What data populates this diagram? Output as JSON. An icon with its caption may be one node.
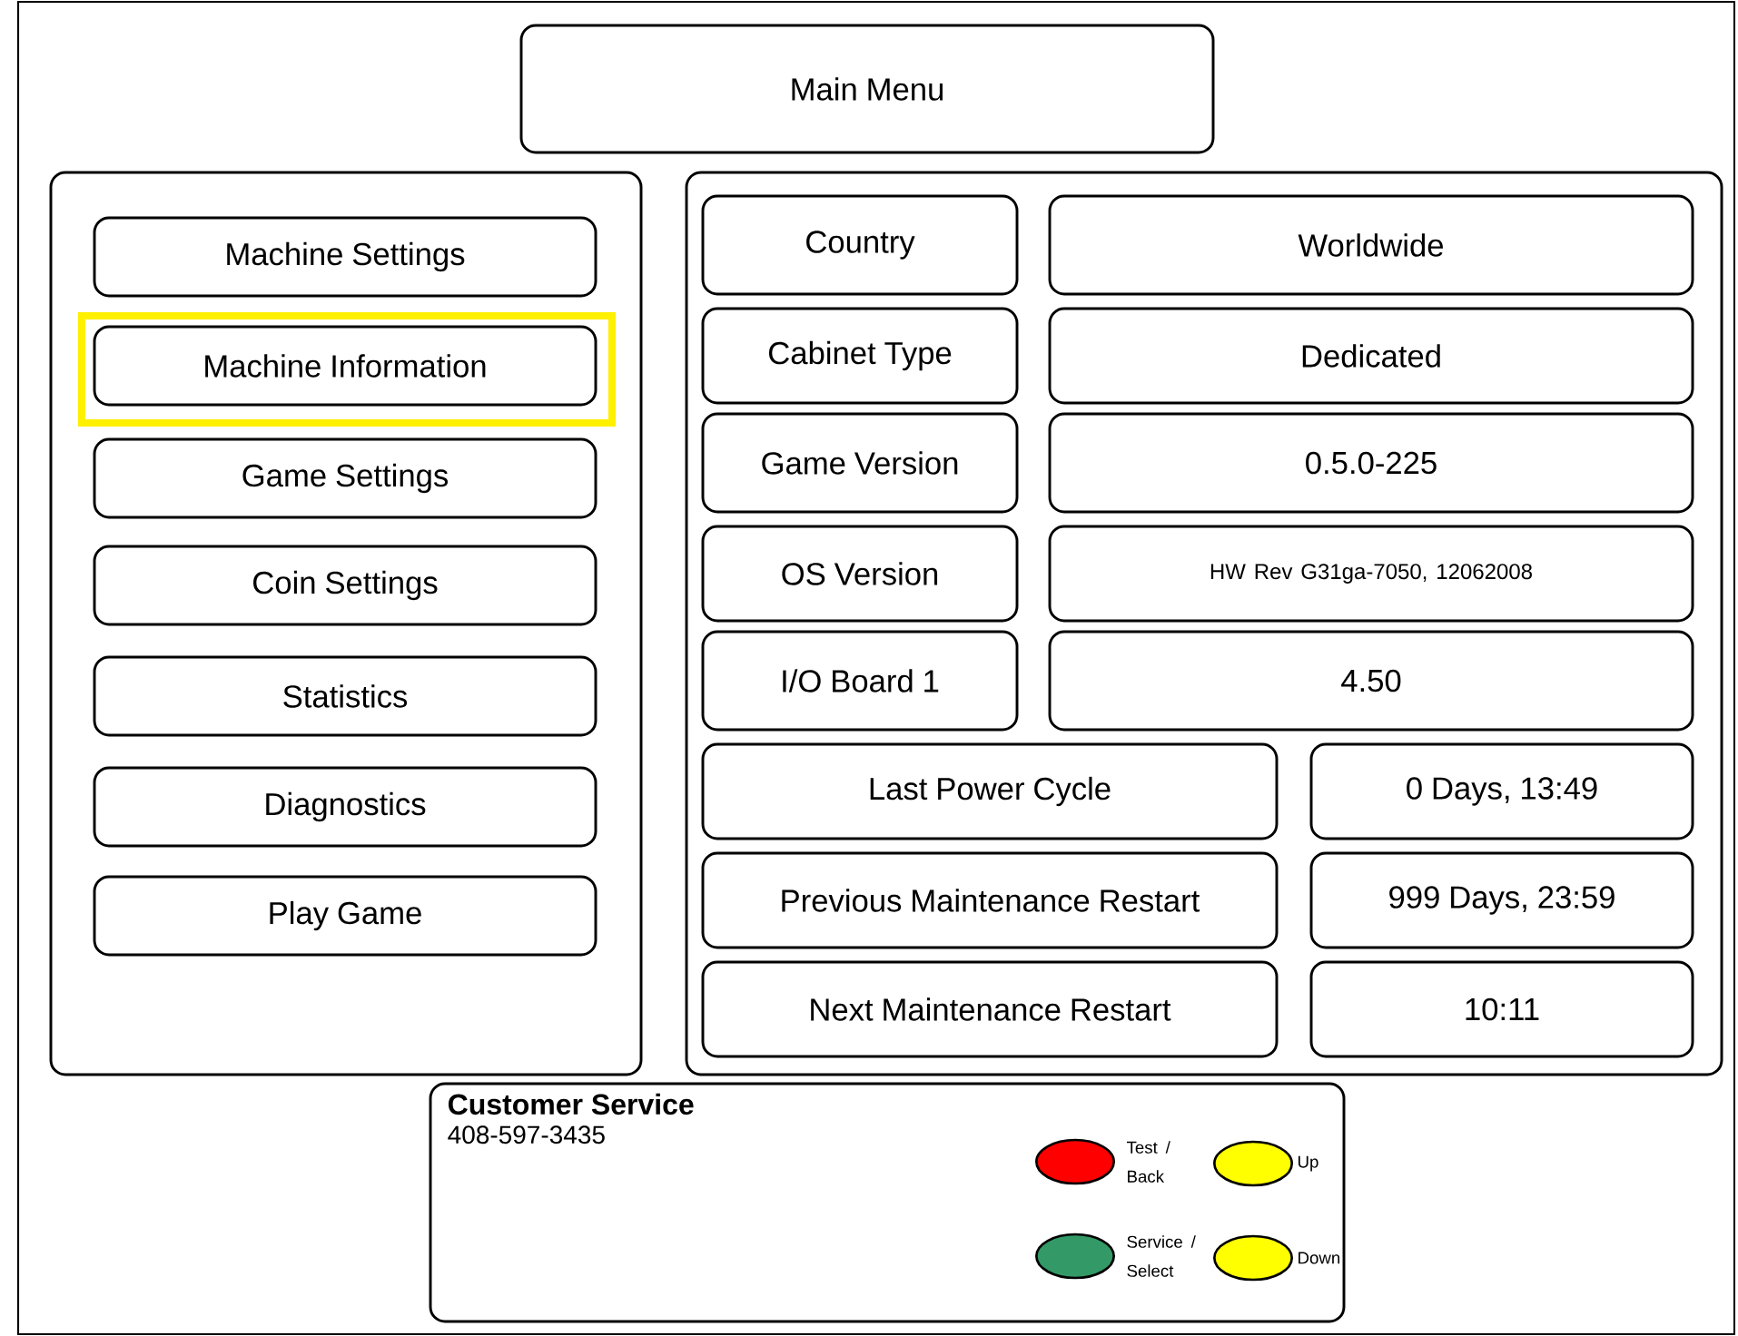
{
  "diagram": {
    "nodes": [
      {
        "text": [
          "Main Menu"
        ]
      },
      {
        "text": [],
        "shape": "box"
      },
      {
        "text": [
          "Machine Settings"
        ],
        "in": 1
      },
      {
        "text": [
          "Machine Information"
        ],
        "in": 1
      },
      {
        "text": [
          "Game Settings"
        ],
        "in": 1
      },
      {
        "text": [
          "Coin Settings"
        ],
        "in": 1
      },
      {
        "text": [
          "Statistics"
        ],
        "in": 1
      },
      {
        "text": [
          "Diagnostics"
        ],
        "in": 1
      },
      {
        "text": [
          "Play Game"
        ],
        "in": 1
      },
      {
        "text": [],
        "shape": "box"
      },
      {
        "text": [
          "Country"
        ],
        "in": 9
      },
      {
        "text": [
          "Worldwide"
        ],
        "in": 9
      },
      {
        "text": [
          "Cabinet Type"
        ],
        "in": 9
      },
      {
        "text": [
          "Dedicated"
        ],
        "in": 9
      },
      {
        "text": [
          "Game Version"
        ],
        "in": 9
      },
      {
        "text": [
          "0.5.0-225"
        ],
        "in": 9
      },
      {
        "text": [
          "OS Version"
        ],
        "in": 9
      },
      {
        "text": [
          "HW Rev G31ga-7050, 12062008"
        ],
        "in": 9
      },
      {
        "text": [
          "I/O Board 1"
        ],
        "in": 9
      },
      {
        "text": [
          "4.50"
        ],
        "in": 9
      },
      {
        "text": [
          "Last Power Cycle"
        ],
        "in": 9
      },
      {
        "text": [
          "0 Days, 13:49"
        ],
        "in": 9
      },
      {
        "text": [
          "Previous Maintenance Restart"
        ],
        "in": 9
      },
      {
        "text": [
          "999 Days, 23:59"
        ],
        "in": 9
      },
      {
        "text": [
          "Next Maintenance Restart"
        ],
        "in": 9
      },
      {
        "text": [
          "10:11"
        ],
        "in": 9
      },
      {
        "text": [
          "Customer Service",
          "408-597-3435"
        ]
      }
    ],
    "legend": [
      {
        "text": "Test / Back",
        "color": "#ff0000"
      },
      {
        "text": "Up",
        "color": "#ffff00"
      },
      {
        "text": "Service / Select",
        "color": "#339966"
      },
      {
        "text": "Down",
        "color": "#ffff00"
      }
    ]
  }
}
